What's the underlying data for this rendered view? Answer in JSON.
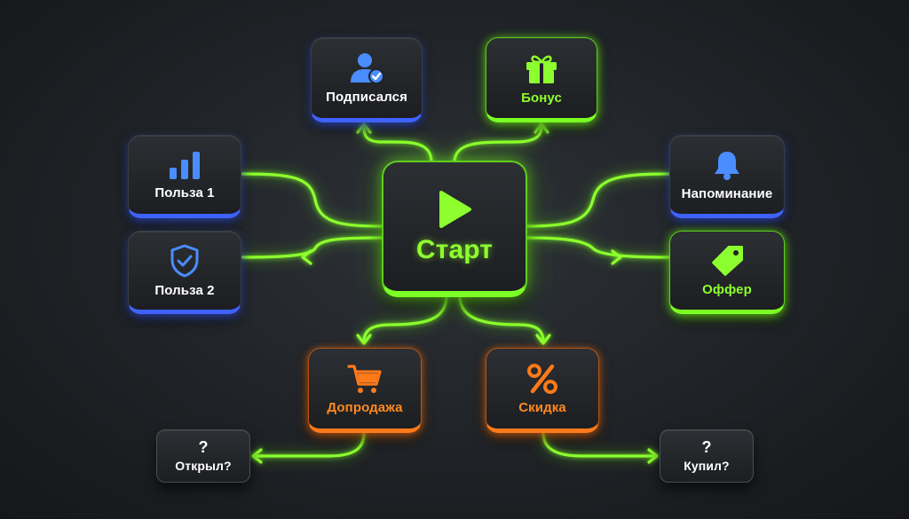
{
  "center": {
    "label": "Старт",
    "icon": "play-icon"
  },
  "nodes": {
    "subscribed": {
      "label": "Подписался",
      "icon": "user-check-icon"
    },
    "bonus": {
      "label": "Бонус",
      "icon": "gift-icon"
    },
    "benefit1": {
      "label": "Польза 1",
      "icon": "bar-chart-icon"
    },
    "benefit2": {
      "label": "Польза 2",
      "icon": "shield-check-icon"
    },
    "reminder": {
      "label": "Напоминание",
      "icon": "bell-icon"
    },
    "offer": {
      "label": "Оффер",
      "icon": "price-tag-icon"
    },
    "upsell": {
      "label": "Допродажа",
      "icon": "shopping-cart-icon"
    },
    "discount": {
      "label": "Скидка",
      "icon": "percent-icon"
    },
    "opened": {
      "label": "Открыл?",
      "icon": "question-mark"
    },
    "bought": {
      "label": "Купил?",
      "icon": "question-mark"
    }
  },
  "colors": {
    "green": "#8dff2e",
    "blue": "#3f62ff",
    "orange": "#ff7a1a",
    "background": "#1f2226"
  }
}
